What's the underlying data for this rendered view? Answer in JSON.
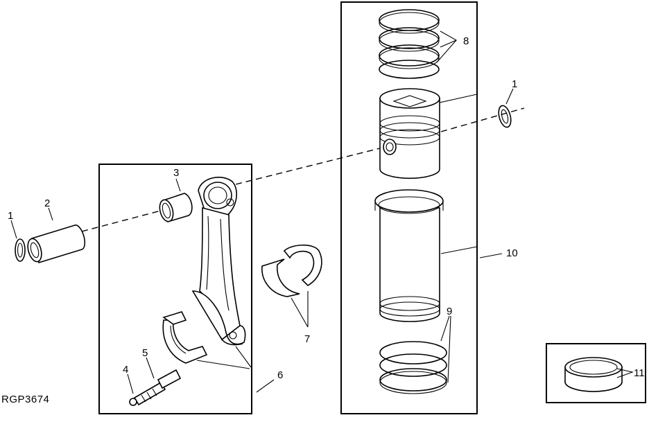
{
  "figure": {
    "reference_code": "RGP3674",
    "callouts": {
      "snap_ring_left": "1",
      "snap_ring_right": "1",
      "piston_pin": "2",
      "pin_bushing": "3",
      "rod_cap_screw": "4",
      "cap_screw_washer": "5",
      "connecting_rod": "6",
      "rod_bearing_inserts": "7",
      "piston_rings": "8",
      "liner_o_rings": "9",
      "piston_liner_kit": "10",
      "packing_rings": "11"
    }
  }
}
